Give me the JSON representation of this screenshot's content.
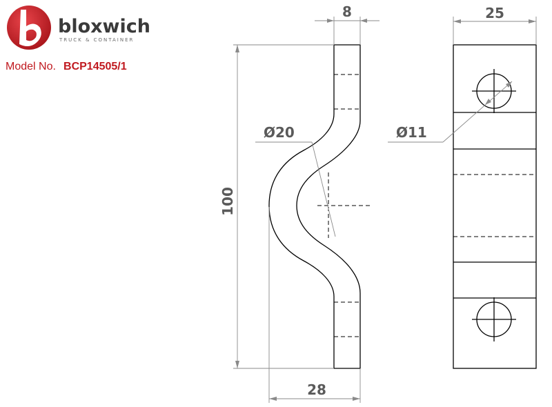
{
  "brand": {
    "name": "bloxwich",
    "tagline": "TRUCK & CONTAINER",
    "accent_color": "#c0191f",
    "logo_icon": "bloxwich-b-logo-icon"
  },
  "model": {
    "label": "Model No.",
    "number": "BCP14505/1"
  },
  "dimensions": {
    "thickness": "8",
    "width": "25",
    "height": "100",
    "depth": "28",
    "bend_diameter": "Ø20",
    "hole_diameter": "Ø11"
  }
}
